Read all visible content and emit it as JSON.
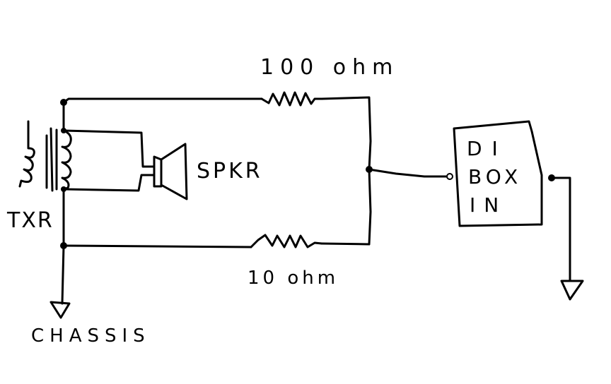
{
  "labels": {
    "r_top": "100 ohm",
    "r_bottom": "10 ohm",
    "speaker": "SPKR",
    "transformer": "TXR",
    "ground_left": "CHASSIS",
    "box_line1": "DI",
    "box_line2": "BOX",
    "box_line3": "IN"
  },
  "colors": {
    "ink": "#000000",
    "background": "#ffffff"
  }
}
